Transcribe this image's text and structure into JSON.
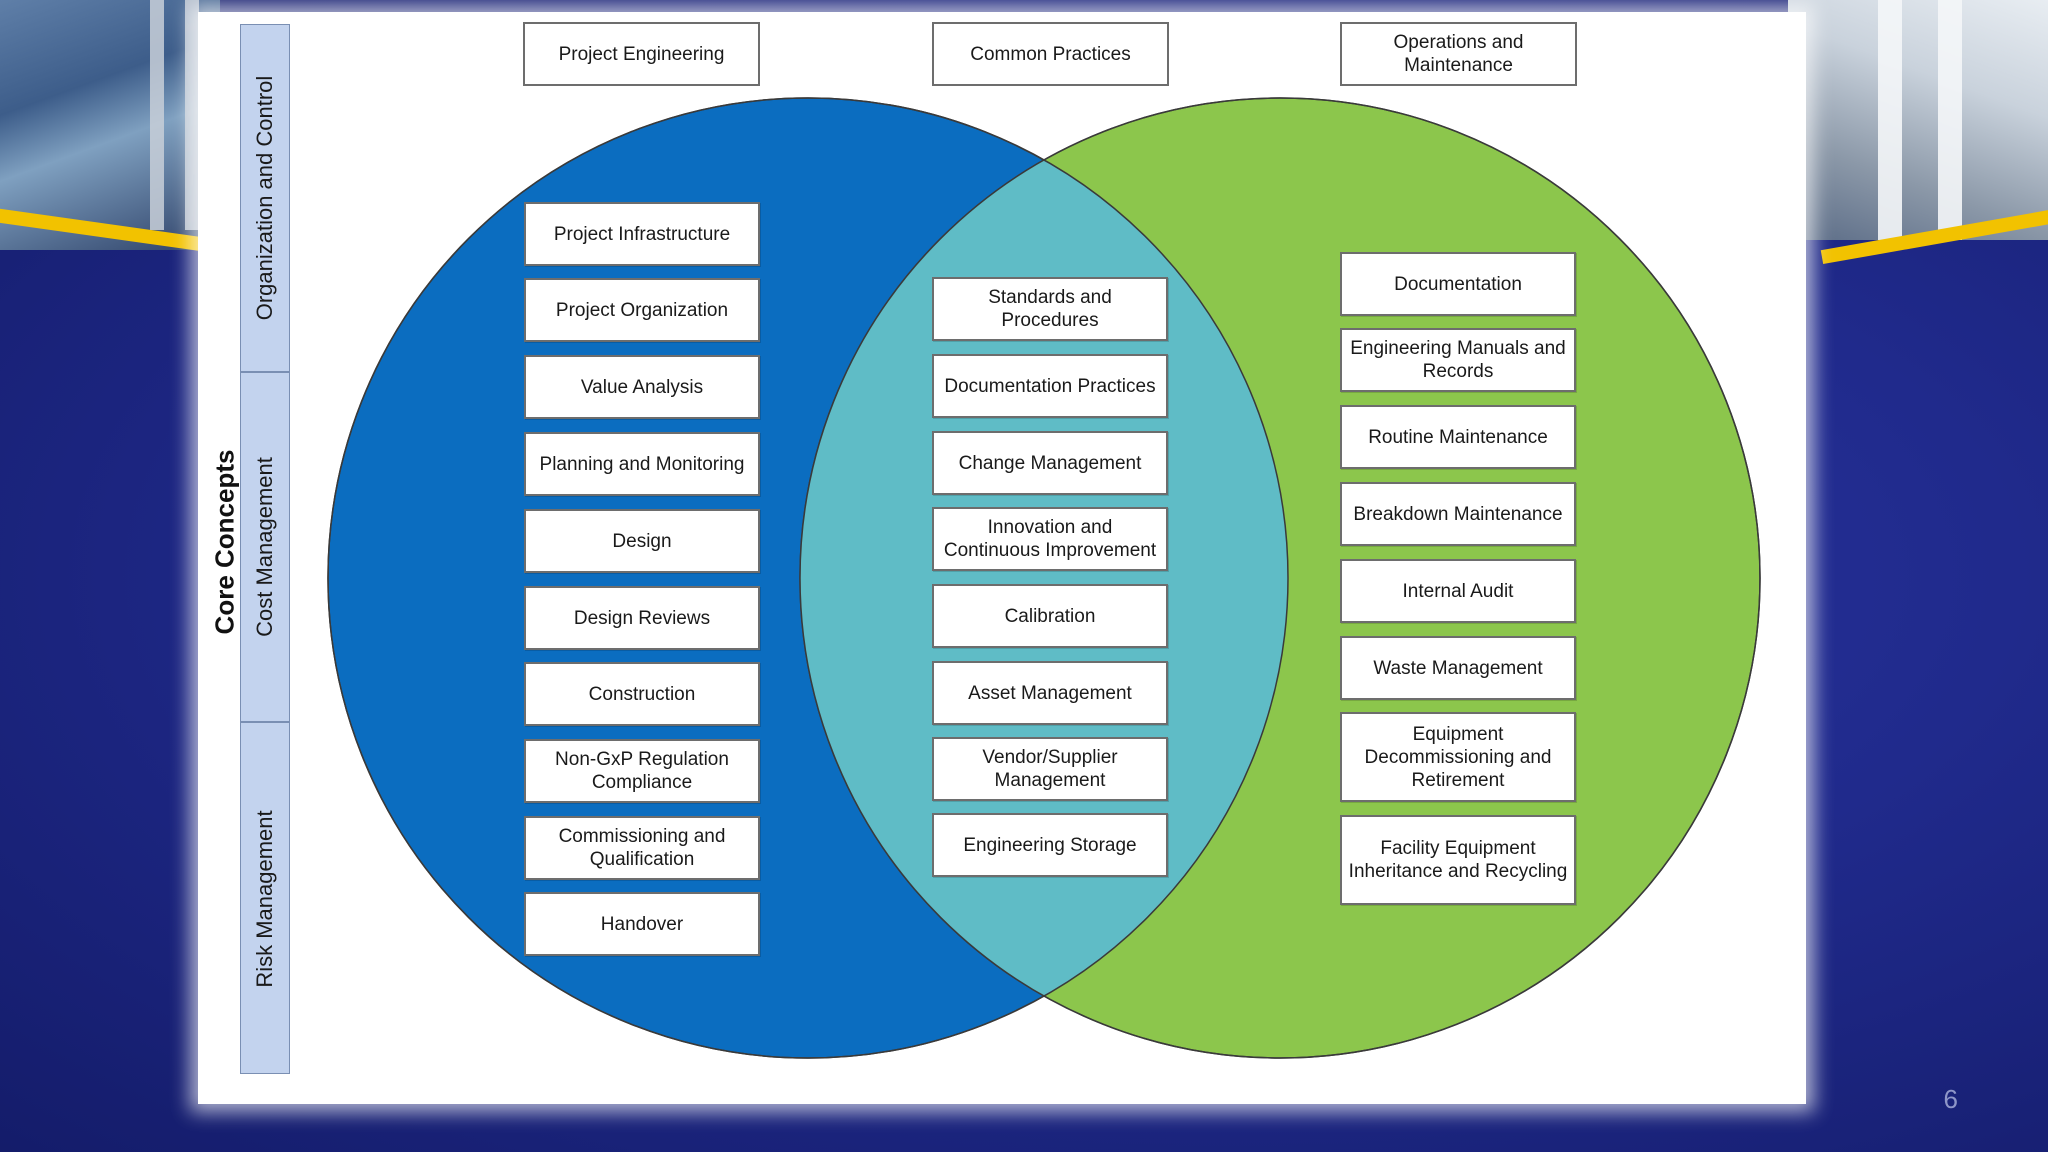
{
  "slide": {
    "page_number": "6"
  },
  "diagram": {
    "core_title": "Core Concepts",
    "side_labels": [
      "Organization and Control",
      "Cost Management",
      "Risk Management"
    ],
    "headers": [
      "Project Engineering",
      "Common Practices",
      "Operations and Maintenance"
    ],
    "colors": {
      "left_circle": "#0b6dc0",
      "right_circle": "#8cc64c",
      "overlap": "#5fbcc6",
      "side_panel": "#c3d3ee"
    },
    "project_engineering": [
      "Project Infrastructure",
      "Project Organization",
      "Value Analysis",
      "Planning and Monitoring",
      "Design",
      "Design Reviews",
      "Construction",
      "Non-GxP Regulation Compliance",
      "Commissioning and Qualification",
      "Handover"
    ],
    "common_practices": [
      "Standards and Procedures",
      "Documentation Practices",
      "Change Management",
      "Innovation and Continuous Improvement",
      "Calibration",
      "Asset Management",
      "Vendor/Supplier Management",
      "Engineering Storage"
    ],
    "operations_maintenance": [
      "Documentation",
      "Engineering Manuals and Records",
      "Routine Maintenance",
      "Breakdown Maintenance",
      "Internal Audit",
      "Waste Management",
      "Equipment Decommissioning and Retirement",
      "Facility Equipment Inheritance and Recycling"
    ]
  }
}
